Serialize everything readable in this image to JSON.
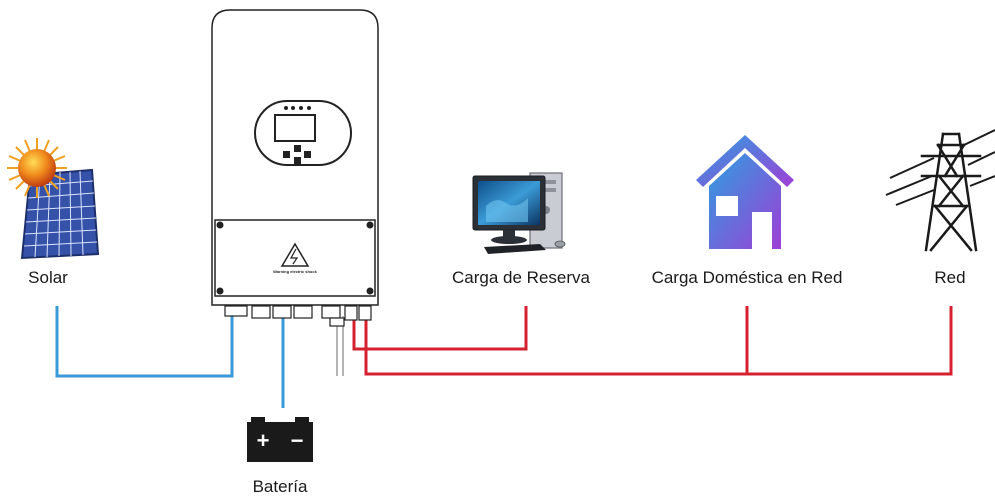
{
  "labels": {
    "solar": "Solar",
    "backup_load": "Carga de Reserva",
    "home_load": "Carga Doméstica en Red",
    "grid": "Red",
    "battery": "Batería"
  },
  "inverter": {
    "warning_text": "Warning electric shock"
  },
  "battery_symbols": {
    "plus": "+",
    "minus": "−"
  },
  "colors": {
    "dc_line": "#3a9ad9",
    "ac_line": "#d62030",
    "outline": "#222222",
    "house_gradient_start": "#2e9fe0",
    "house_gradient_end": "#9d3fd6"
  },
  "icons": {
    "solar_panel": "solar-panel-icon",
    "sun": "sun-icon",
    "computer": "computer-icon",
    "house": "house-icon",
    "pylon": "transmission-tower-icon",
    "battery": "battery-icon",
    "inverter": "inverter-icon"
  }
}
